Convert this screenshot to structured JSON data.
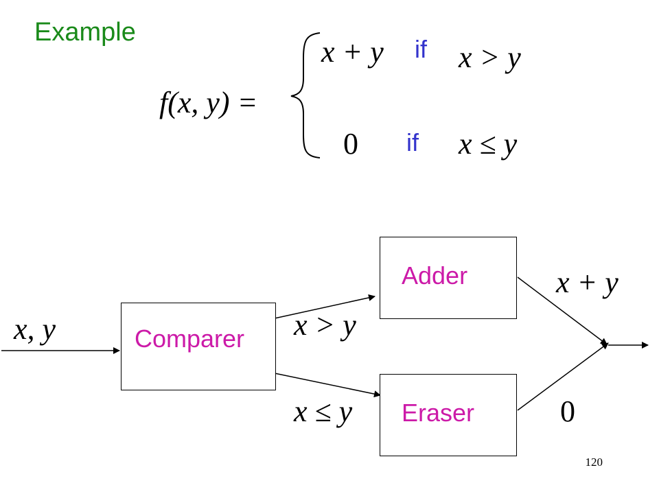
{
  "slide": {
    "title": "Example",
    "page_number": "120"
  },
  "equation": {
    "lhs": "f(x, y) =",
    "case1_expr": "x + y",
    "case1_if": "if",
    "case1_cond": "x > y",
    "case2_expr": "0",
    "case2_if": "if",
    "case2_cond": "x ≤ y"
  },
  "diagram": {
    "input_label": "x, y",
    "comparer_label": "Comparer",
    "adder_label": "Adder",
    "eraser_label": "Eraser",
    "upper_condition": "x > y",
    "lower_condition": "x ≤ y",
    "adder_output": "x + y",
    "eraser_output": "0"
  },
  "colors": {
    "title": "#1a8a1a",
    "keyword": "#3333cc",
    "box_label": "#cc1aa8"
  }
}
